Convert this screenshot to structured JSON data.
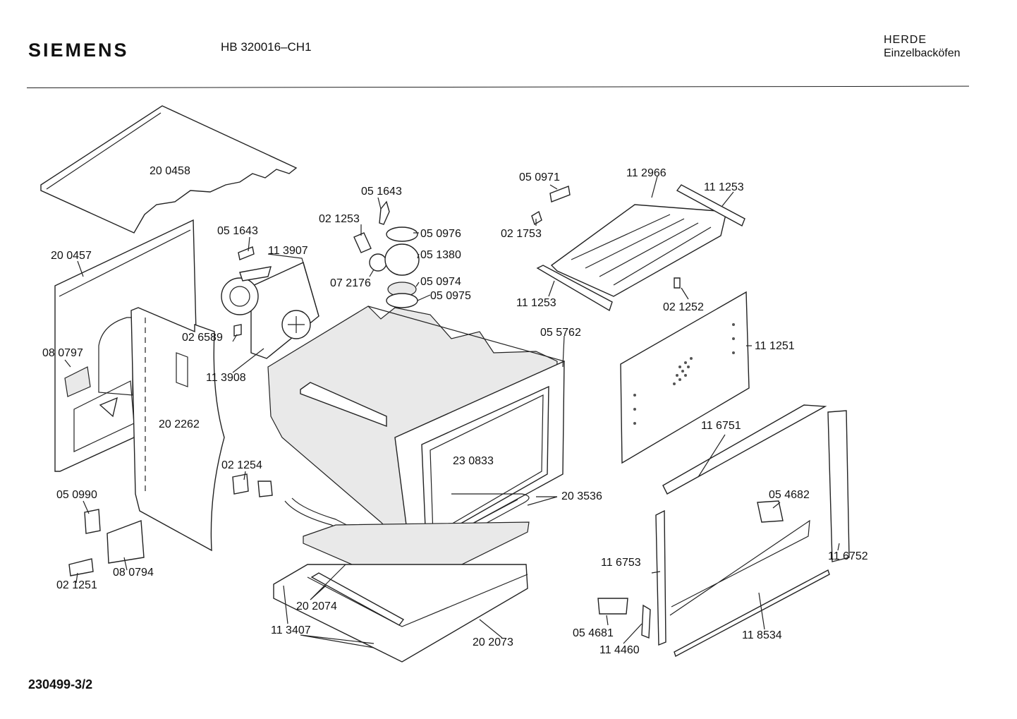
{
  "header": {
    "brand": "SIEMENS",
    "model": "HB 320016–CH1",
    "category_line1": "HERDE",
    "category_line2": "Einzelbacköfen"
  },
  "footer": {
    "document_number": "230499-3/2"
  },
  "parts": [
    "20 0458",
    "20 0457",
    "08 0797",
    "20 2262",
    "05 1643",
    "11 3907",
    "02 6589",
    "11 3908",
    "02 1253",
    "05 1643",
    "05 0976",
    "05 1380",
    "07 2176",
    "05 0974",
    "05 0975",
    "05 0971",
    "11 2966",
    "11 1253",
    "02 1753",
    "11 1253",
    "02 1252",
    "05 5762",
    "11 1251",
    "23 0833",
    "02 1254",
    "05 0990",
    "08 0794",
    "02 1251",
    "20 3536",
    "20 2074",
    "11 3407",
    "20 2073",
    "11 6751",
    "05 4682",
    "11 6752",
    "11 6753",
    "05 4681",
    "11 4460",
    "11 8534"
  ]
}
